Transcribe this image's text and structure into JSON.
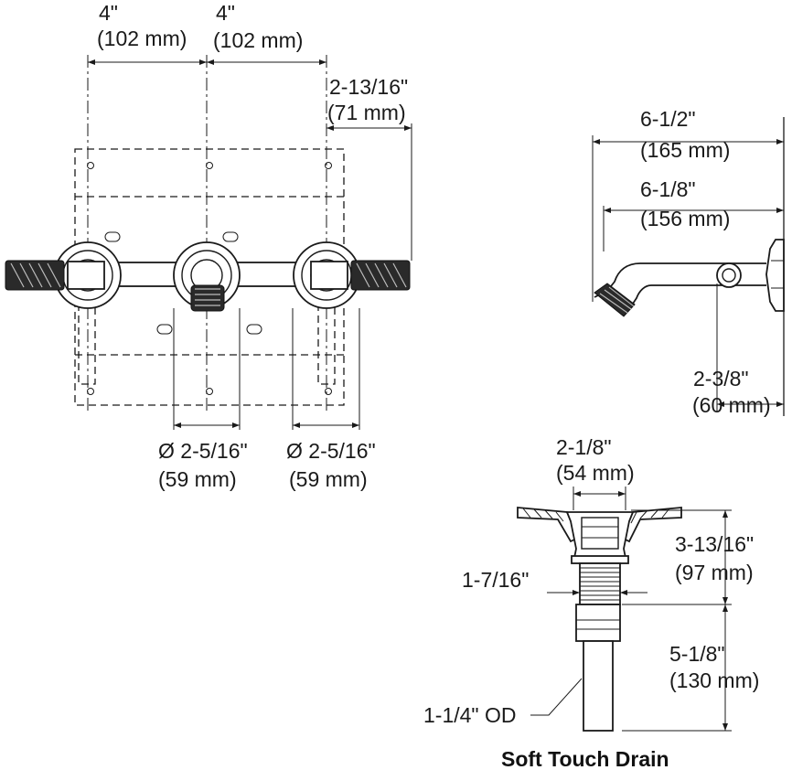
{
  "valve_top_dims": {
    "left_spacing_in": "4\"",
    "left_spacing_mm": "(102 mm)",
    "right_spacing_in": "4\"",
    "right_spacing_mm": "(102 mm)",
    "handle_offset_in": "2-13/16\"",
    "handle_offset_mm": "(71 mm)"
  },
  "valve_bottom_dims": {
    "left_diameter_in": "Ø 2-5/16\"",
    "left_diameter_mm": "(59 mm)",
    "right_diameter_in": "Ø 2-5/16\"",
    "right_diameter_mm": "(59 mm)"
  },
  "spout_dims": {
    "total_length_in": "6-1/2\"",
    "total_length_mm": "(165 mm)",
    "spout_length_in": "6-1/8\"",
    "spout_length_mm": "(156 mm)",
    "center_height_in": "2-3/8\"",
    "center_height_mm": "(60 mm)"
  },
  "drain_dims": {
    "flange_width_in": "2-1/8\"",
    "flange_width_mm": "(54 mm)",
    "body_height_in": "3-13/16\"",
    "body_height_mm": "(97 mm)",
    "body_diameter_in": "1-7/16\"",
    "tailpiece_length_in": "5-1/8\"",
    "tailpiece_length_mm": "(130 mm)",
    "tailpiece_od": "1-1/4\" OD",
    "title": "Soft Touch Drain"
  }
}
